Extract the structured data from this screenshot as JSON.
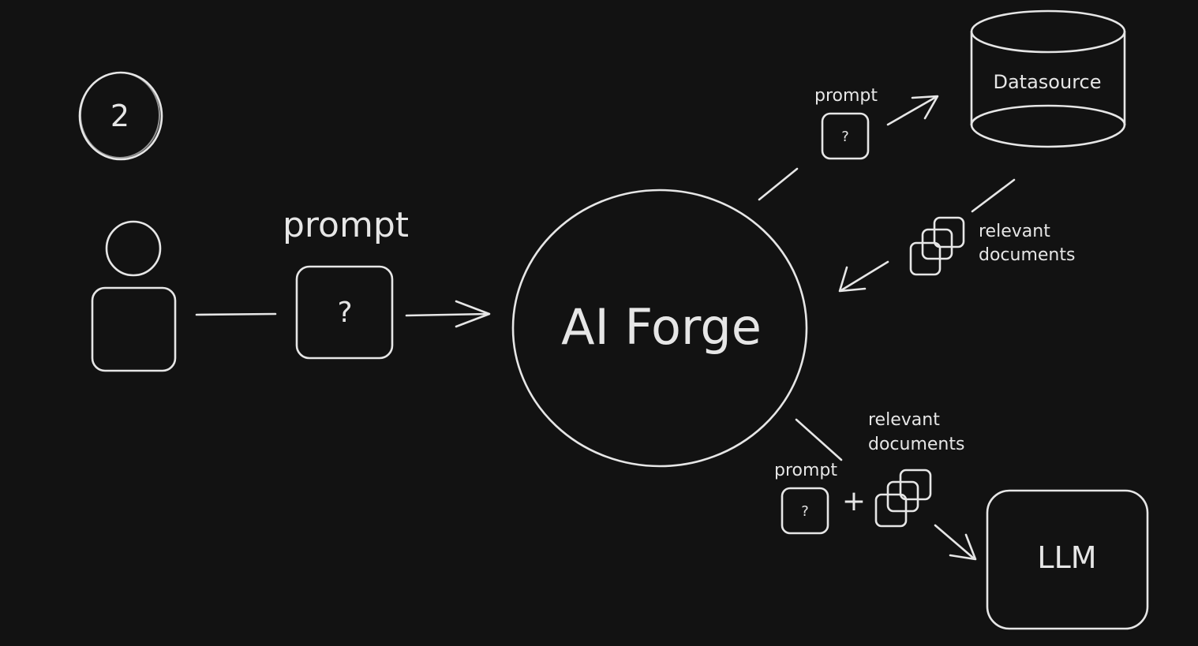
{
  "step_number": "2",
  "user_to_forge": {
    "prompt_label": "prompt",
    "prompt_symbol": "?"
  },
  "center_node": {
    "label": "AI Forge"
  },
  "forge_to_datasource": {
    "prompt_label": "prompt",
    "prompt_symbol": "?"
  },
  "datasource": {
    "label": "Datasource"
  },
  "datasource_to_forge": {
    "docs_label_line1": "relevant",
    "docs_label_line2": "documents"
  },
  "forge_to_llm": {
    "prompt_label": "prompt",
    "prompt_symbol": "?",
    "plus": "+",
    "docs_label_line1": "relevant",
    "docs_label_line2": "documents"
  },
  "llm": {
    "label": "LLM"
  },
  "icons": [
    "user-icon",
    "question-box-icon",
    "documents-stack-icon",
    "database-icon",
    "arrow-icon"
  ],
  "colors": {
    "background": "#121212",
    "stroke": "#e6e6e6"
  }
}
